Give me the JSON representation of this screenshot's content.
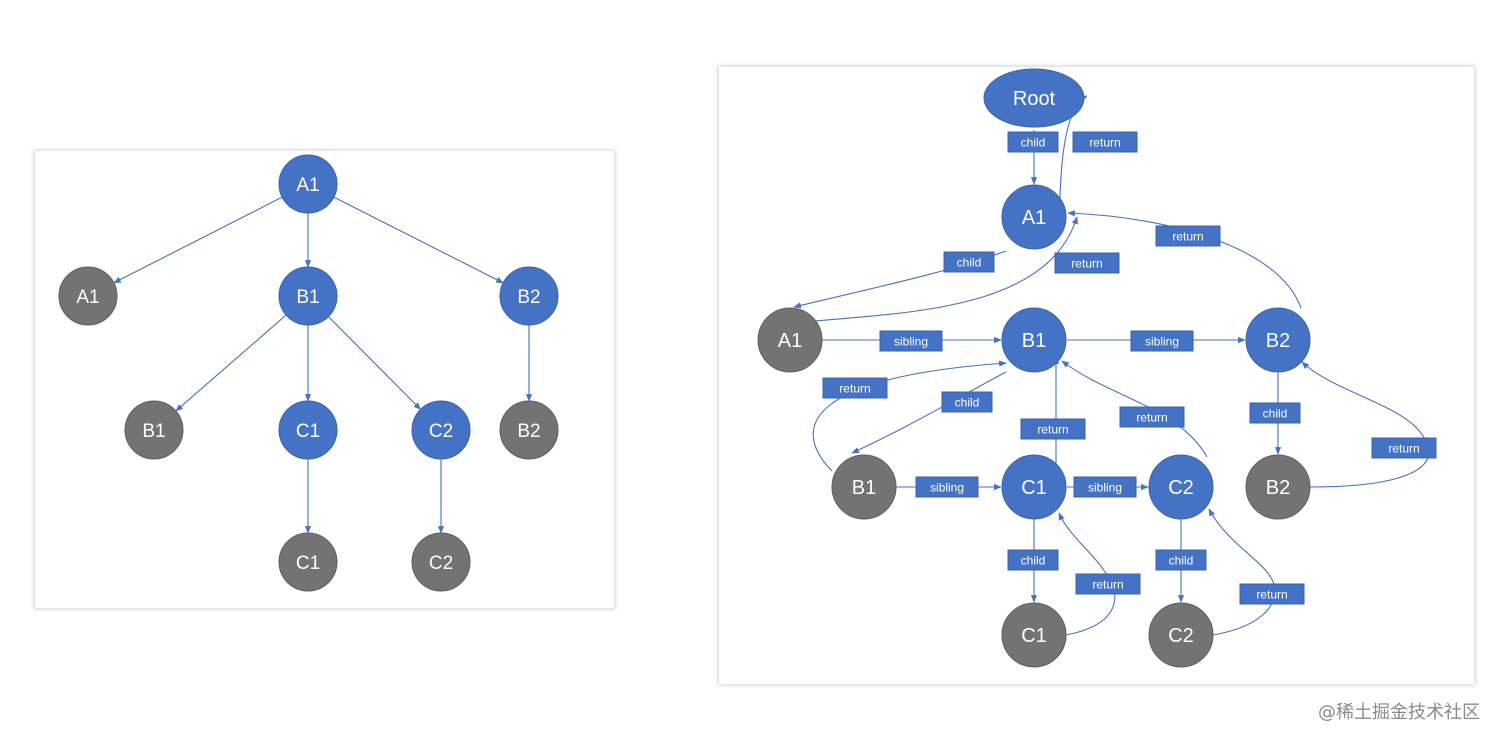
{
  "colors": {
    "blue": "#4472c4",
    "gray": "#737373",
    "edge": "#4472c4",
    "stroke_blue": "#3a63ad",
    "stroke_gray": "#5f5f5f"
  },
  "left_tree": {
    "nodes": [
      {
        "id": "L-A1-top",
        "label": "A1",
        "color": "blue"
      },
      {
        "id": "L-A1",
        "label": "A1",
        "color": "gray"
      },
      {
        "id": "L-B1-top",
        "label": "B1",
        "color": "blue"
      },
      {
        "id": "L-B2-top",
        "label": "B2",
        "color": "blue"
      },
      {
        "id": "L-B1",
        "label": "B1",
        "color": "gray"
      },
      {
        "id": "L-C1-top",
        "label": "C1",
        "color": "blue"
      },
      {
        "id": "L-C2-top",
        "label": "C2",
        "color": "blue"
      },
      {
        "id": "L-B2",
        "label": "B2",
        "color": "gray"
      },
      {
        "id": "L-C1",
        "label": "C1",
        "color": "gray"
      },
      {
        "id": "L-C2",
        "label": "C2",
        "color": "gray"
      }
    ],
    "edges": [
      [
        "L-A1-top",
        "L-A1"
      ],
      [
        "L-A1-top",
        "L-B1-top"
      ],
      [
        "L-A1-top",
        "L-B2-top"
      ],
      [
        "L-B1-top",
        "L-B1"
      ],
      [
        "L-B1-top",
        "L-C1-top"
      ],
      [
        "L-B1-top",
        "L-C2-top"
      ],
      [
        "L-B2-top",
        "L-B2"
      ],
      [
        "L-C1-top",
        "L-C1"
      ],
      [
        "L-C2-top",
        "L-C2"
      ]
    ]
  },
  "fiber_tree": {
    "nodes": [
      {
        "id": "Root",
        "label": "Root",
        "color": "blue"
      },
      {
        "id": "A1",
        "label": "A1",
        "color": "blue"
      },
      {
        "id": "A1g",
        "label": "A1",
        "color": "gray"
      },
      {
        "id": "B1",
        "label": "B1",
        "color": "blue"
      },
      {
        "id": "B2",
        "label": "B2",
        "color": "blue"
      },
      {
        "id": "B1g",
        "label": "B1",
        "color": "gray"
      },
      {
        "id": "C1",
        "label": "C1",
        "color": "blue"
      },
      {
        "id": "C2",
        "label": "C2",
        "color": "blue"
      },
      {
        "id": "B2g",
        "label": "B2",
        "color": "gray"
      },
      {
        "id": "C1g",
        "label": "C1",
        "color": "gray"
      },
      {
        "id": "C2g",
        "label": "C2",
        "color": "gray"
      }
    ],
    "edge_labels": [
      {
        "id": "root-child",
        "text": "child"
      },
      {
        "id": "root-return",
        "text": "return"
      },
      {
        "id": "a1-child",
        "text": "child"
      },
      {
        "id": "a1g-return",
        "text": "return"
      },
      {
        "id": "b2-return",
        "text": "return"
      },
      {
        "id": "a1-sibling",
        "text": "sibling"
      },
      {
        "id": "b1-sibling",
        "text": "sibling"
      },
      {
        "id": "b1g-return",
        "text": "return"
      },
      {
        "id": "b1-child",
        "text": "child"
      },
      {
        "id": "c1-return",
        "text": "return"
      },
      {
        "id": "c2-return",
        "text": "return"
      },
      {
        "id": "b2-child",
        "text": "child"
      },
      {
        "id": "b2g-return",
        "text": "return"
      },
      {
        "id": "b1g-sibling",
        "text": "sibling"
      },
      {
        "id": "c1-sibling",
        "text": "sibling"
      },
      {
        "id": "c1-child",
        "text": "child"
      },
      {
        "id": "c2-child",
        "text": "child"
      },
      {
        "id": "c1g-return",
        "text": "return"
      },
      {
        "id": "c2g-return",
        "text": "return"
      }
    ]
  },
  "watermark": "@稀土掘金技术社区"
}
